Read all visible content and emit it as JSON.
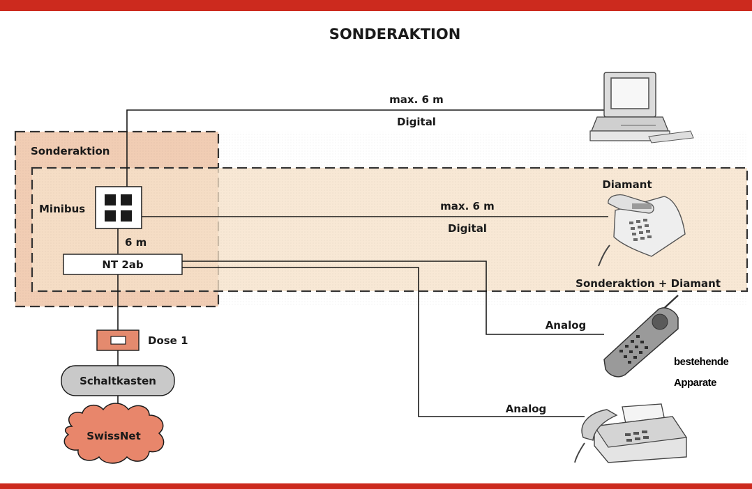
{
  "title": "SONDERAKTION",
  "colors": {
    "frame_red": "#cc2a1e",
    "zone_outer_fill": "#f1cdb4",
    "zone_inner_fill": "#f6e1c9",
    "dose_fill": "#e48a6e",
    "schaltkasten_fill": "#c9c9c9",
    "swissnet_fill": "#e8866b"
  },
  "zones": {
    "outer_label": "Sonderaktion",
    "inner_label": "Sonderaktion + Diamant"
  },
  "nodes": {
    "minibus": "Minibus",
    "nt2ab": "NT 2ab",
    "dose": "Dose 1",
    "schaltkasten": "Schaltkasten",
    "swissnet": "SwissNet",
    "diamant": "Diamant",
    "existing_line1": "bestehende",
    "existing_line2": "Apparate"
  },
  "links": {
    "computer_distance": "max. 6 m",
    "computer_type": "Digital",
    "diamant_distance": "max. 6 m",
    "diamant_type": "Digital",
    "minibus_nt_distance": "6 m",
    "handy_type": "Analog",
    "fax_type": "Analog"
  },
  "icons": {
    "computer": "desktop-computer-icon",
    "diamant_phone": "desk-telephone-icon",
    "cordless": "cordless-phone-icon",
    "fax": "fax-machine-icon"
  }
}
